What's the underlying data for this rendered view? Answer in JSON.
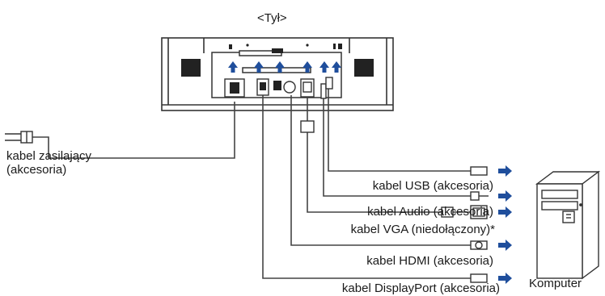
{
  "title": "<Tył>",
  "power_cable_label_line1": "kabel zasilający",
  "power_cable_label_line2": "(akcesoria)",
  "cables": [
    {
      "label": "kabel USB (akcesoria)"
    },
    {
      "label": "kabel Audio (akcesoria)"
    },
    {
      "label": "kabel VGA (niedołączony)*"
    },
    {
      "label": "kabel HDMI (akcesoria)"
    },
    {
      "label": "kabel DisplayPort (akcesoria)"
    }
  ],
  "computer_label": "Komputer",
  "colors": {
    "arrow": "#1f4e9c",
    "line": "#444444",
    "port_fill": "#222222"
  }
}
